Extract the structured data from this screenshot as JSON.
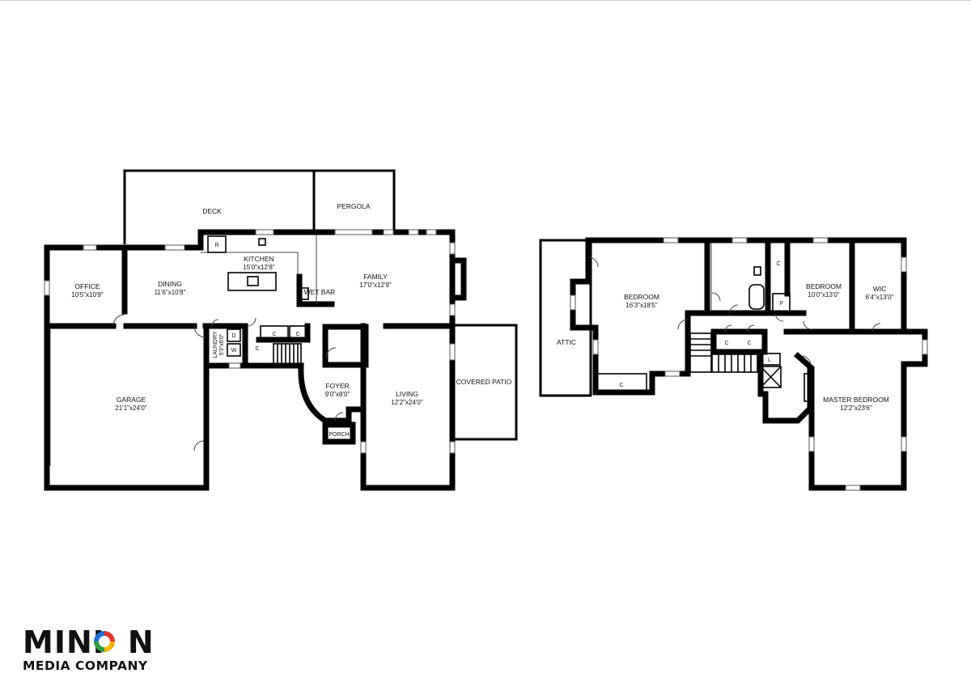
{
  "rooms": {
    "deck": {
      "name": "DECK"
    },
    "pergola": {
      "name": "PERGOLA"
    },
    "office": {
      "name": "OFFICE",
      "size": "10'5\"x10'9\""
    },
    "dining": {
      "name": "DINING",
      "size": "11'6\"x10'8\""
    },
    "kitchen": {
      "name": "KITCHEN",
      "size": "15'0\"x12'8\""
    },
    "family": {
      "name": "FAMILY",
      "size": "17'0\"x12'9\""
    },
    "wet_bar": {
      "name": "WET BAR"
    },
    "laundry": {
      "name": "LAUNDRY",
      "size": "5'3\"x6'0\""
    },
    "garage": {
      "name": "GARAGE",
      "size": "21'1\"x24'0\""
    },
    "foyer": {
      "name": "FOYER",
      "size": "9'0\"x8'0\""
    },
    "porch": {
      "name": "PORCH"
    },
    "living": {
      "name": "LIVING",
      "size": "12'2\"x24'0\""
    },
    "covered_patio": {
      "name": "COVERED PATIO"
    },
    "attic": {
      "name": "ATTIC"
    },
    "bedroom1": {
      "name": "BEDROOM",
      "size": "16'3\"x18'5\""
    },
    "bedroom2": {
      "name": "BEDROOM",
      "size": "10'0\"x13'0\""
    },
    "wic": {
      "name": "WIC",
      "size": "6'4\"x13'0\""
    },
    "master": {
      "name": "MASTER BEDROOM",
      "size": "12'2\"x23'6\""
    }
  },
  "fixtures": {
    "closet": "C",
    "refrigerator": "R",
    "dryer": "D",
    "washer": "W",
    "furnace": "F",
    "linen": "L"
  },
  "logo": {
    "word_left": "MINI",
    "word_right": "N",
    "subtitle": "MEDIA COMPANY"
  }
}
